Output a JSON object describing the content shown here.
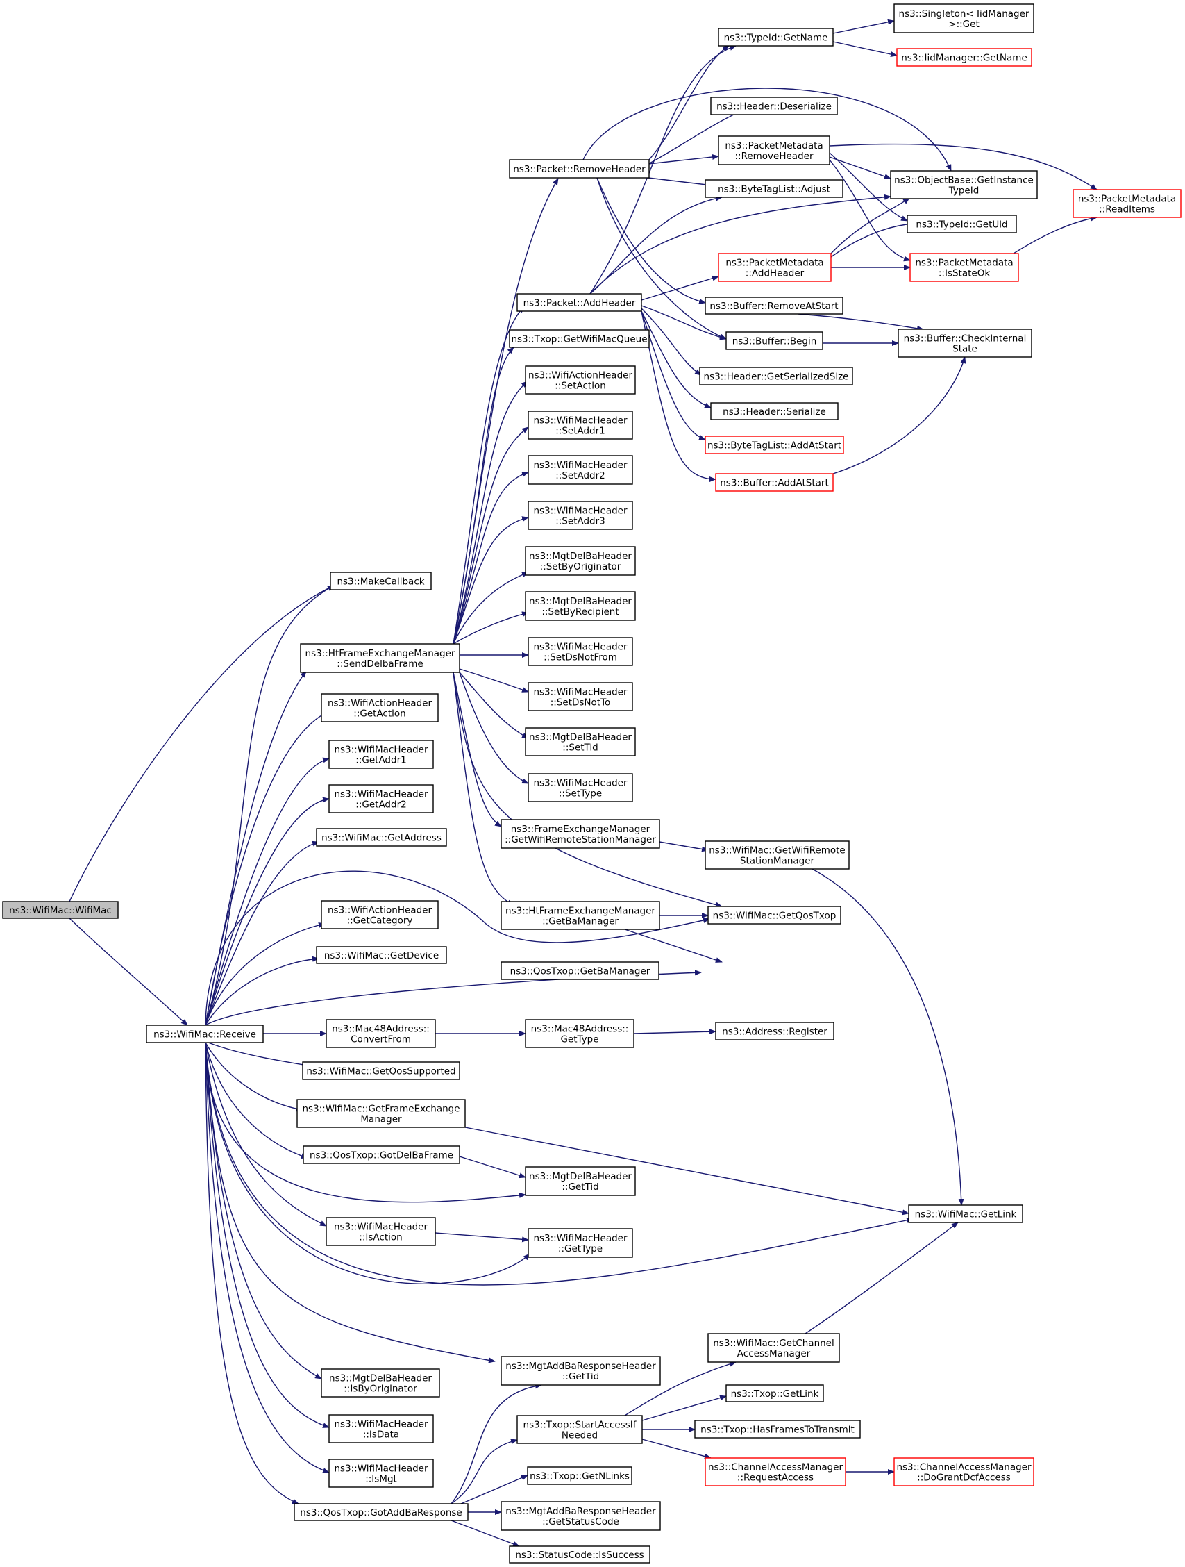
{
  "graph": {
    "colors": {
      "edge": "#191970",
      "root_fill": "#bfbfbf",
      "node_fill": "#ffffff",
      "node_border": "#000000",
      "truncated_border": "#ff0000"
    },
    "nodes": [
      {
        "id": "root",
        "lines": [
          "ns3::WifiMac::WifiMac"
        ],
        "style": "root"
      },
      {
        "id": "receive",
        "lines": [
          "ns3::WifiMac::Receive"
        ]
      },
      {
        "id": "makecallback",
        "lines": [
          "ns3::MakeCallback"
        ]
      },
      {
        "id": "sendDelba",
        "lines": [
          "ns3::HtFrameExchangeManager",
          "::SendDelbaFrame"
        ]
      },
      {
        "id": "actGetAction",
        "lines": [
          "ns3::WifiActionHeader",
          "::GetAction"
        ]
      },
      {
        "id": "getAddr1",
        "lines": [
          "ns3::WifiMacHeader",
          "::GetAddr1"
        ]
      },
      {
        "id": "getAddr2",
        "lines": [
          "ns3::WifiMacHeader",
          "::GetAddr2"
        ]
      },
      {
        "id": "getAddress",
        "lines": [
          "ns3::WifiMac::GetAddress"
        ]
      },
      {
        "id": "getCategory",
        "lines": [
          "ns3::WifiActionHeader",
          "::GetCategory"
        ]
      },
      {
        "id": "getDevice",
        "lines": [
          "ns3::WifiMac::GetDevice"
        ]
      },
      {
        "id": "convertFrom",
        "lines": [
          "ns3::Mac48Address::",
          "ConvertFrom"
        ]
      },
      {
        "id": "getQosSupported",
        "lines": [
          "ns3::WifiMac::GetQosSupported"
        ]
      },
      {
        "id": "getFem",
        "lines": [
          "ns3::WifiMac::GetFrameExchange",
          "Manager"
        ]
      },
      {
        "id": "gotDelba",
        "lines": [
          "ns3::QosTxop::GotDelBaFrame"
        ]
      },
      {
        "id": "isAction",
        "lines": [
          "ns3::WifiMacHeader",
          "::IsAction"
        ]
      },
      {
        "id": "isByOrig",
        "lines": [
          "ns3::MgtDelBaHeader",
          "::IsByOriginator"
        ]
      },
      {
        "id": "isData",
        "lines": [
          "ns3::WifiMacHeader",
          "::IsData"
        ]
      },
      {
        "id": "isMgt",
        "lines": [
          "ns3::WifiMacHeader",
          "::IsMgt"
        ]
      },
      {
        "id": "gotAddba",
        "lines": [
          "ns3::QosTxop::GotAddBaResponse"
        ]
      },
      {
        "id": "removeHeader",
        "lines": [
          "ns3::Packet::RemoveHeader"
        ]
      },
      {
        "id": "addHeader",
        "lines": [
          "ns3::Packet::AddHeader"
        ]
      },
      {
        "id": "getQueue",
        "lines": [
          "ns3::Txop::GetWifiMacQueue"
        ]
      },
      {
        "id": "setAction",
        "lines": [
          "ns3::WifiActionHeader",
          "::SetAction"
        ]
      },
      {
        "id": "setAddr1",
        "lines": [
          "ns3::WifiMacHeader",
          "::SetAddr1"
        ]
      },
      {
        "id": "setAddr2",
        "lines": [
          "ns3::WifiMacHeader",
          "::SetAddr2"
        ]
      },
      {
        "id": "setAddr3",
        "lines": [
          "ns3::WifiMacHeader",
          "::SetAddr3"
        ]
      },
      {
        "id": "setByOrig",
        "lines": [
          "ns3::MgtDelBaHeader",
          "::SetByOriginator"
        ]
      },
      {
        "id": "setByRecip",
        "lines": [
          "ns3::MgtDelBaHeader",
          "::SetByRecipient"
        ]
      },
      {
        "id": "setDsNotFrom",
        "lines": [
          "ns3::WifiMacHeader",
          "::SetDsNotFrom"
        ]
      },
      {
        "id": "setDsNotTo",
        "lines": [
          "ns3::WifiMacHeader",
          "::SetDsNotTo"
        ]
      },
      {
        "id": "setTid",
        "lines": [
          "ns3::MgtDelBaHeader",
          "::SetTid"
        ]
      },
      {
        "id": "setType",
        "lines": [
          "ns3::WifiMacHeader",
          "::SetType"
        ]
      },
      {
        "id": "getRsm",
        "lines": [
          "ns3::FrameExchangeManager",
          "::GetWifiRemoteStationManager"
        ]
      },
      {
        "id": "htGetBa",
        "lines": [
          "ns3::HtFrameExchangeManager",
          "::GetBaManager"
        ]
      },
      {
        "id": "qosGetBa",
        "lines": [
          "ns3::QosTxop::GetBaManager"
        ]
      },
      {
        "id": "macGetType",
        "lines": [
          "ns3::Mac48Address::",
          "GetType"
        ]
      },
      {
        "id": "delGetTid",
        "lines": [
          "ns3::MgtDelBaHeader",
          "::GetTid"
        ]
      },
      {
        "id": "hdrGetType",
        "lines": [
          "ns3::WifiMacHeader",
          "::GetType"
        ]
      },
      {
        "id": "addbaGetTid",
        "lines": [
          "ns3::MgtAddBaResponseHeader",
          "::GetTid"
        ]
      },
      {
        "id": "startAccess",
        "lines": [
          "ns3::Txop::StartAccessIf",
          "Needed"
        ]
      },
      {
        "id": "getNLinks",
        "lines": [
          "ns3::Txop::GetNLinks"
        ]
      },
      {
        "id": "getStatus",
        "lines": [
          "ns3::MgtAddBaResponseHeader",
          "::GetStatusCode"
        ]
      },
      {
        "id": "isSuccess",
        "lines": [
          "ns3::StatusCode::IsSuccess"
        ]
      },
      {
        "id": "typeGetName",
        "lines": [
          "ns3::TypeId::GetName"
        ]
      },
      {
        "id": "hdrDeser",
        "lines": [
          "ns3::Header::Deserialize"
        ]
      },
      {
        "id": "pmRemove",
        "lines": [
          "ns3::PacketMetadata",
          "::RemoveHeader"
        ]
      },
      {
        "id": "btlAdjust",
        "lines": [
          "ns3::ByteTagList::Adjust"
        ]
      },
      {
        "id": "pmAdd",
        "lines": [
          "ns3::PacketMetadata",
          "::AddHeader"
        ],
        "style": "truncated"
      },
      {
        "id": "bufRemove",
        "lines": [
          "ns3::Buffer::RemoveAtStart"
        ]
      },
      {
        "id": "bufBegin",
        "lines": [
          "ns3::Buffer::Begin"
        ]
      },
      {
        "id": "hdrSize",
        "lines": [
          "ns3::Header::GetSerializedSize"
        ]
      },
      {
        "id": "hdrSer",
        "lines": [
          "ns3::Header::Serialize"
        ]
      },
      {
        "id": "btlAdd",
        "lines": [
          "ns3::ByteTagList::AddAtStart"
        ],
        "style": "truncated"
      },
      {
        "id": "bufAdd",
        "lines": [
          "ns3::Buffer::AddAtStart"
        ],
        "style": "truncated"
      },
      {
        "id": "getRsmMac",
        "lines": [
          "ns3::WifiMac::GetWifiRemote",
          "StationManager"
        ]
      },
      {
        "id": "getQosTxop",
        "lines": [
          "ns3::WifiMac::GetQosTxop"
        ]
      },
      {
        "id": "addrReg",
        "lines": [
          "ns3::Address::Register"
        ]
      },
      {
        "id": "getCam",
        "lines": [
          "ns3::WifiMac::GetChannel",
          "AccessManager"
        ]
      },
      {
        "id": "txopGetLink",
        "lines": [
          "ns3::Txop::GetLink"
        ]
      },
      {
        "id": "hasFrames",
        "lines": [
          "ns3::Txop::HasFramesToTransmit"
        ]
      },
      {
        "id": "reqAccess",
        "lines": [
          "ns3::ChannelAccessManager",
          "::RequestAccess"
        ],
        "style": "truncated"
      },
      {
        "id": "singleton",
        "lines": [
          "ns3::Singleton< IidManager",
          " >::Get"
        ]
      },
      {
        "id": "iidGetName",
        "lines": [
          "ns3::IidManager::GetName"
        ],
        "style": "truncated"
      },
      {
        "id": "getInstTid",
        "lines": [
          "ns3::ObjectBase::GetInstance",
          "TypeId"
        ]
      },
      {
        "id": "getUid",
        "lines": [
          "ns3::TypeId::GetUid"
        ]
      },
      {
        "id": "isStateOk",
        "lines": [
          "ns3::PacketMetadata",
          "::IsStateOk"
        ],
        "style": "truncated"
      },
      {
        "id": "checkInternal",
        "lines": [
          "ns3::Buffer::CheckInternal",
          "State"
        ]
      },
      {
        "id": "macGetLink",
        "lines": [
          "ns3::WifiMac::GetLink"
        ]
      },
      {
        "id": "doGrant",
        "lines": [
          "ns3::ChannelAccessManager",
          "::DoGrantDcfAccess"
        ],
        "style": "truncated"
      },
      {
        "id": "readItems",
        "lines": [
          "ns3::PacketMetadata",
          "::ReadItems"
        ],
        "style": "truncated"
      }
    ]
  }
}
